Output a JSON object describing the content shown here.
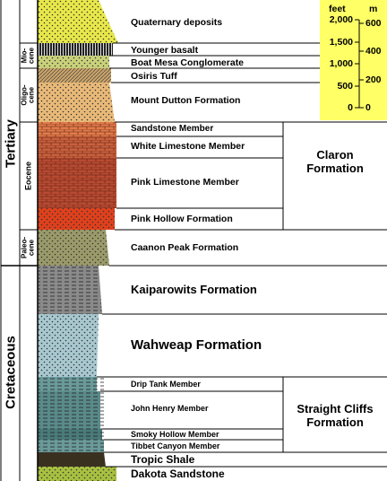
{
  "periods": {
    "tertiary": "Tertiary",
    "cretaceous": "Cretaceous"
  },
  "epochs": {
    "miocene": "Mio- cene",
    "oligocene": "Oligo- cene",
    "eocene": "Eocene",
    "paleocene": "Paleo- cene"
  },
  "layers": {
    "quaternary": "Quaternary deposits",
    "younger_basalt": "Younger basalt",
    "boat_mesa": "Boat Mesa Conglomerate",
    "osiris": "Osiris Tuff",
    "mount_dutton": "Mount Dutton Formation",
    "sandstone_member": "Sandstone Member",
    "white_limestone": "White Limestone Member",
    "pink_limestone": "Pink Limestone Member",
    "pink_hollow": "Pink Hollow Formation",
    "canaan_peak": "Caanon Peak Formation",
    "kaiparowits": "Kaiparowits Formation",
    "wahweap": "Wahweap Formation",
    "drip_tank": "Drip Tank Member",
    "john_henry": "John Henry Member",
    "smoky_hollow": "Smoky Hollow Member",
    "tibbet_canyon": "Tibbet Canyon Member",
    "tropic_shale": "Tropic Shale",
    "dakota": "Dakota Sandstone"
  },
  "groups": {
    "claron": "Claron Formation",
    "straight_cliffs": "Straight Cliffs Formation"
  },
  "scale": {
    "feet_unit": "feet",
    "m_unit": "m",
    "feet_ticks": [
      "2,000",
      "1,500",
      "1,000",
      "500",
      "0"
    ],
    "m_ticks": [
      "600",
      "400",
      "200",
      "0"
    ],
    "bg_color": "#ffff66"
  },
  "colors": {
    "quaternary": "#e8e84a",
    "basalt": "#222222",
    "boat_mesa": "#c9d27a",
    "osiris": "#c8a36a",
    "mount_dutton": "#e9b978",
    "sandstone_member": "#e07a4a",
    "white_limestone": "#c8603e",
    "pink_limestone": "#b84a32",
    "pink_hollow": "#e0401c",
    "canaan_peak": "#9a9a6a",
    "kaiparowits": "#8a8a8a",
    "wahweap": "#a8c8d0",
    "straight_cliffs": "#5a8a8a",
    "tropic_shale": "#3a3020",
    "dakota": "#a8c040"
  }
}
